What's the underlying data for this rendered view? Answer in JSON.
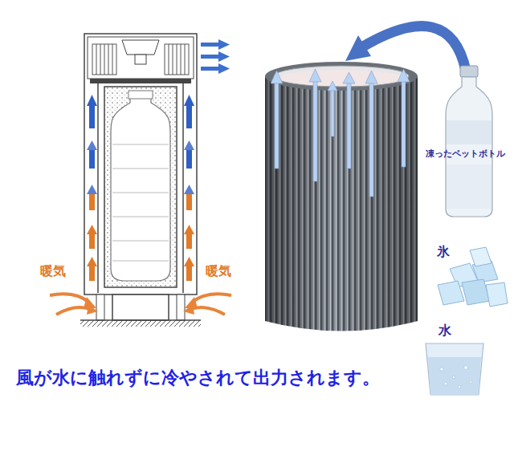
{
  "diagram": {
    "caption": "風が水に触れずに冷やされて出力されます。",
    "labels": [
      "暖気",
      "暖気",
      "凍ったペットボトル",
      "氷",
      "水"
    ]
  }
}
